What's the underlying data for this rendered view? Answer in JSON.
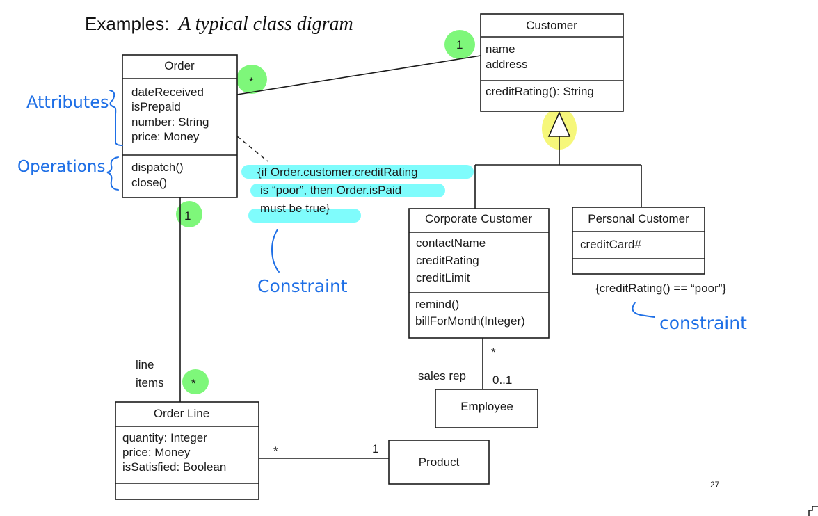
{
  "title": {
    "prefix": "Examples:",
    "italic": "A typical class digram"
  },
  "page_number": "27",
  "highlight_colors": {
    "green": "#7ef77a",
    "cyan": "#7ffcfc",
    "yellow": "#f6f77a",
    "ink_blue": "#1e6fe6"
  },
  "classes": {
    "order": {
      "name": "Order",
      "attributes": [
        "dateReceived",
        "isPrepaid",
        "number: String",
        "price: Money"
      ],
      "operations": [
        "dispatch()",
        "close()"
      ]
    },
    "customer": {
      "name": "Customer",
      "attributes": [
        "name",
        "address"
      ],
      "operations": [
        "creditRating(): String"
      ]
    },
    "corporate_customer": {
      "name": "Corporate Customer",
      "attributes": [
        "contactName",
        "creditRating",
        "creditLimit"
      ],
      "operations": [
        "remind()",
        "billForMonth(Integer)"
      ]
    },
    "personal_customer": {
      "name": "Personal Customer",
      "attributes": [
        "creditCard#"
      ],
      "operations": []
    },
    "order_line": {
      "name": "Order Line",
      "attributes": [
        "quantity: Integer",
        "price: Money",
        "isSatisfied: Boolean"
      ],
      "operations": []
    },
    "employee": {
      "name": "Employee"
    },
    "product": {
      "name": "Product"
    }
  },
  "multiplicities": {
    "order_customer_order_end": "*",
    "order_customer_customer_end": "1",
    "order_orderline_order_end": "1",
    "order_orderline_line_end": "*",
    "corporate_employee_corporate_end": "*",
    "corporate_employee_employee_end": "0..1",
    "orderline_product_line_end": "*",
    "orderline_product_product_end": "1"
  },
  "role_labels": {
    "line_items": [
      "line",
      "items"
    ],
    "sales_rep": "sales rep"
  },
  "constraints": {
    "order_note": [
      "{if Order.customer.creditRating",
      "is “poor”, then Order.isPaid",
      "must be true}"
    ],
    "personal_note": "{creditRating() == “poor”}"
  },
  "annotations": {
    "attributes": "Attributes",
    "operations": "Operations",
    "constraint_left": "Constraint",
    "constraint_right": "constraint"
  }
}
